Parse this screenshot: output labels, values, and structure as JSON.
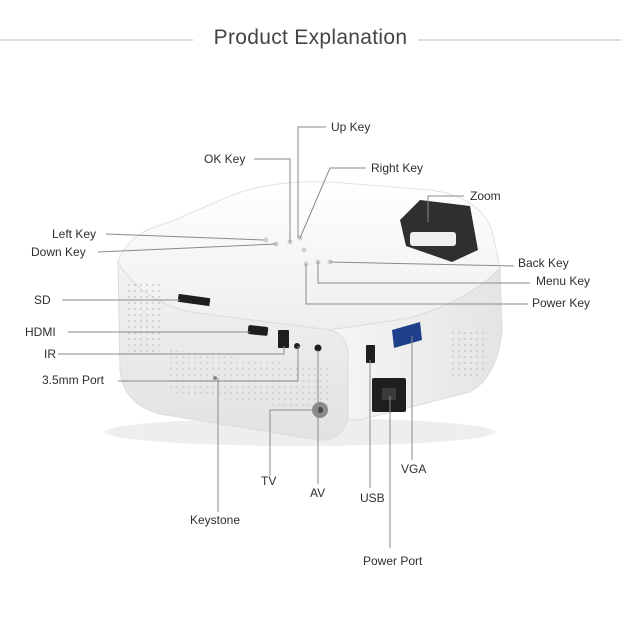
{
  "title": "Product Explanation",
  "labels": {
    "up_key": "Up Key",
    "ok_key": "OK Key",
    "right_key": "Right Key",
    "zoom": "Zoom",
    "left_key": "Left Key",
    "down_key": "Down Key",
    "back_key": "Back Key",
    "menu_key": "Menu Key",
    "power_key": "Power Key",
    "sd": "SD",
    "hdmi": "HDMI",
    "ir": "IR",
    "port_35mm": "3.5mm Port",
    "tv": "TV",
    "av": "AV",
    "usb": "USB",
    "vga": "VGA",
    "keystone": "Keystone",
    "power_port": "Power Port"
  },
  "colors": {
    "background": "#ffffff",
    "device_body": "#f4f4f4",
    "leader_line": "#8a8a8a",
    "text": "#2e2e2e"
  }
}
